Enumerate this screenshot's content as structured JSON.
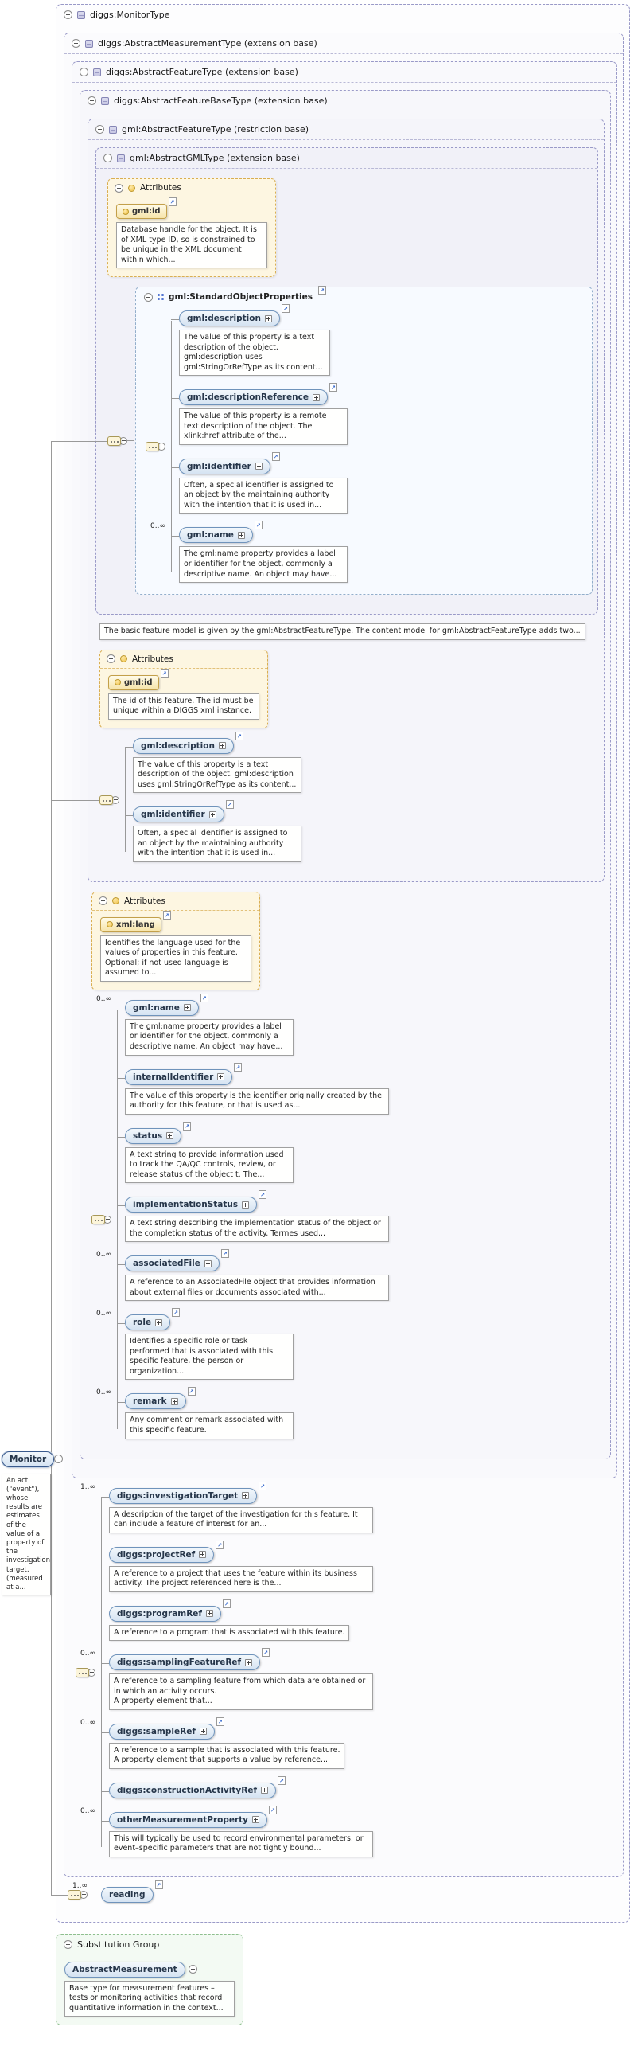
{
  "titles": {
    "monitor_type": "diggs:MonitorType",
    "abstract_measurement_type": "diggs:AbstractMeasurementType (extension base)",
    "abstract_feature_type": "diggs:AbstractFeatureType (extension base)",
    "abstract_feature_base_type": "diggs:AbstractFeatureBaseType (extension base)",
    "gml_abstract_feature_type": "gml:AbstractFeatureType (restriction base)",
    "gml_abstract_gml_type": "gml:AbstractGMLType (extension base)",
    "standard_object_properties": "gml:StandardObjectProperties",
    "attributes": "Attributes",
    "substitution_group": "Substitution Group"
  },
  "gml_attrs": {
    "name": "gml:id",
    "note": "Database handle for the object. It is of XML type ID, so is constrained to be unique in the XML document within which..."
  },
  "sop_items": [
    {
      "occurs": "",
      "name": "gml:description",
      "note": "The value of this property is a text description of the object. gml:description uses gml:StringOrRefType as its content..."
    },
    {
      "occurs": "",
      "name": "gml:descriptionReference",
      "note": "The value of this property is a remote text description of the object. The xlink:href attribute of the..."
    },
    {
      "occurs": "",
      "name": "gml:identifier",
      "note": "Often, a special identifier is assigned to an object by the maintaining authority with the intention that it is used in..."
    },
    {
      "occurs": "0..∞",
      "name": "gml:name",
      "note": "The gml:name property provides a label or identifier for the object, commonly a descriptive name. An object may have..."
    }
  ],
  "feature_note": "The basic feature model is given by the gml:AbstractFeatureType. The content model for gml:AbstractFeatureType adds two...",
  "feature_attrs": {
    "name": "gml:id",
    "note": "The id of this feature. The id must be unique within a DIGGS xml instance."
  },
  "restriction_items": [
    {
      "occurs": "",
      "name": "gml:description",
      "note": "The value of this property is a text description of the object. gml:description uses gml:StringOrRefType as its content..."
    },
    {
      "occurs": "",
      "name": "gml:identifier",
      "note": "Often, a special identifier is assigned to an object by the maintaining authority with the intention that it is used in..."
    }
  ],
  "lang_attrs": {
    "name": "xml:lang",
    "note": "Identifies the language used for the values of properties in this feature. Optional; if not used language is assumed to..."
  },
  "base_items": [
    {
      "occurs": "0..∞",
      "name": "gml:name",
      "note": "The gml:name property provides a label or identifier for the object, commonly a descriptive name. An object may have..."
    },
    {
      "occurs": "",
      "name": "internalIdentifier",
      "note": "The value of this property is the identifier originally created by the authority for this feature, or that is used as..."
    },
    {
      "occurs": "",
      "name": "status",
      "note": "A text string to provide information used to track the QA/QC controls, review, or release status of the object t. The..."
    },
    {
      "occurs": "",
      "name": "implementationStatus",
      "note": "A text string describing the implementation status of the object or the completion status of the activity. Termes used..."
    },
    {
      "occurs": "0..∞",
      "name": "associatedFile",
      "note": "A reference to an AssociatedFile object that provides information about external files or documents associated with..."
    },
    {
      "occurs": "0..∞",
      "name": "role",
      "note": "Identifies a specific role or task performed that is associated with this specific feature, the person or organization..."
    },
    {
      "occurs": "0..∞",
      "name": "remark",
      "note": "Any comment or remark associated with this specific feature."
    }
  ],
  "measurement_items": [
    {
      "occurs": "1..∞",
      "name": "diggs:investigationTarget",
      "note": "A description of the target of the investigation for this feature. It can include a feature of interest for an..."
    },
    {
      "occurs": "",
      "name": "diggs:projectRef",
      "note": "A reference to a project that uses the feature within its business activity. The project referenced here is the..."
    },
    {
      "occurs": "",
      "name": "diggs:programRef",
      "note": "A reference to a program that is associated with this feature."
    },
    {
      "occurs": "0..∞",
      "name": "diggs:samplingFeatureRef",
      "note": "A reference to a sampling feature from which data are obtained or in which an activity occurs.\nA property element that..."
    },
    {
      "occurs": "0..∞",
      "name": "diggs:sampleRef",
      "note": "A reference to a sample that is associated with this feature.\nA property element that supports a value by reference..."
    },
    {
      "occurs": "",
      "name": "diggs:constructionActivityRef",
      "note": ""
    },
    {
      "occurs": "0..∞",
      "name": "otherMeasurementProperty",
      "note": "This will typically be used to record environmental parameters, or event–specific parameters that are not tightly bound..."
    }
  ],
  "reading": {
    "occurs": "1..∞",
    "name": "reading"
  },
  "monitor": {
    "name": "Monitor",
    "note": "An act (\"event\"), whose results are estimates of the value of a property of the investigation target, (measured at a..."
  },
  "substitution": {
    "name": "AbstractMeasurement",
    "note": "Base type for measurement features – tests or monitoring activities that record quantitative information in the context..."
  }
}
